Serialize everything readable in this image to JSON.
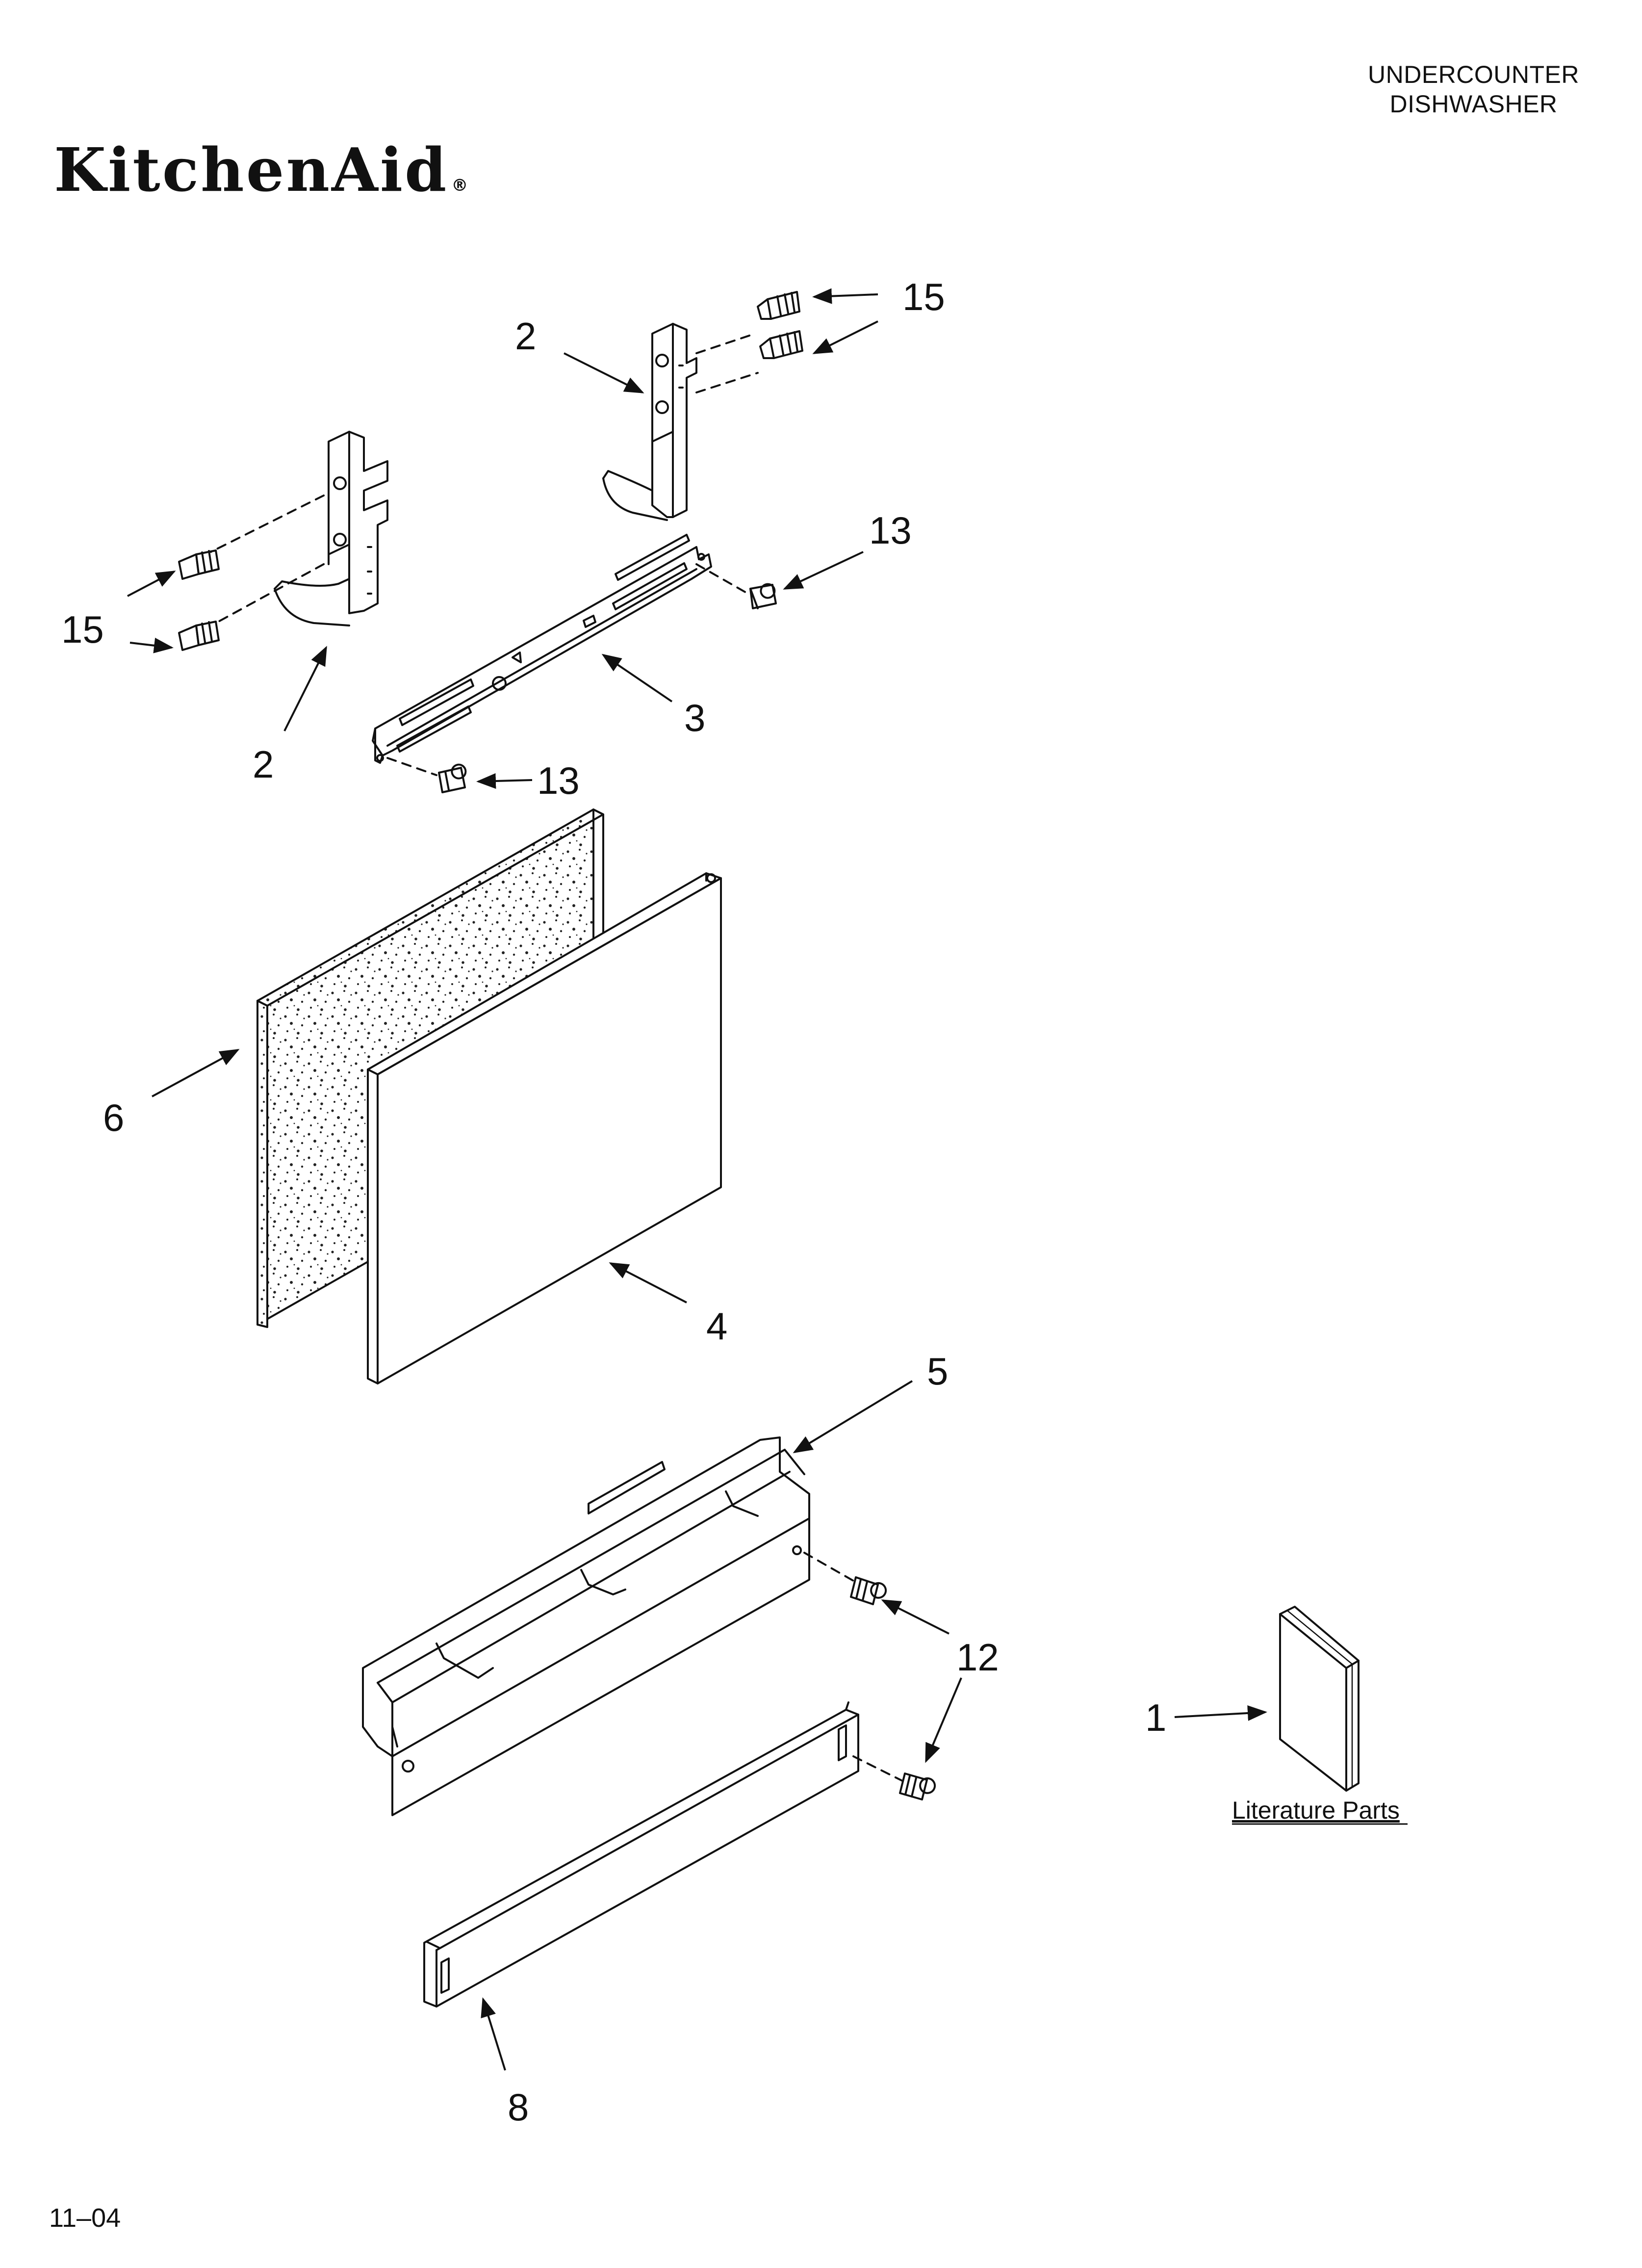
{
  "header": {
    "title_line1": "UNDERCOUNTER",
    "title_line2": "DISHWASHER"
  },
  "brand": {
    "name": "KitchenAid",
    "mark": "®"
  },
  "callouts": {
    "c15_top": "15",
    "c2_top": "2",
    "c15_left": "15",
    "c2_left": "2",
    "c13_right": "13",
    "c3": "3",
    "c13_bottom": "13",
    "c6": "6",
    "c4": "4",
    "c5": "5",
    "c12": "12",
    "c1": "1",
    "c8": "8"
  },
  "literature": {
    "label": "Literature Parts"
  },
  "footer": {
    "code": "11–04"
  },
  "colors": {
    "ink": "#111111",
    "panel_fill": "#ffffff",
    "speckle": "#222222"
  }
}
